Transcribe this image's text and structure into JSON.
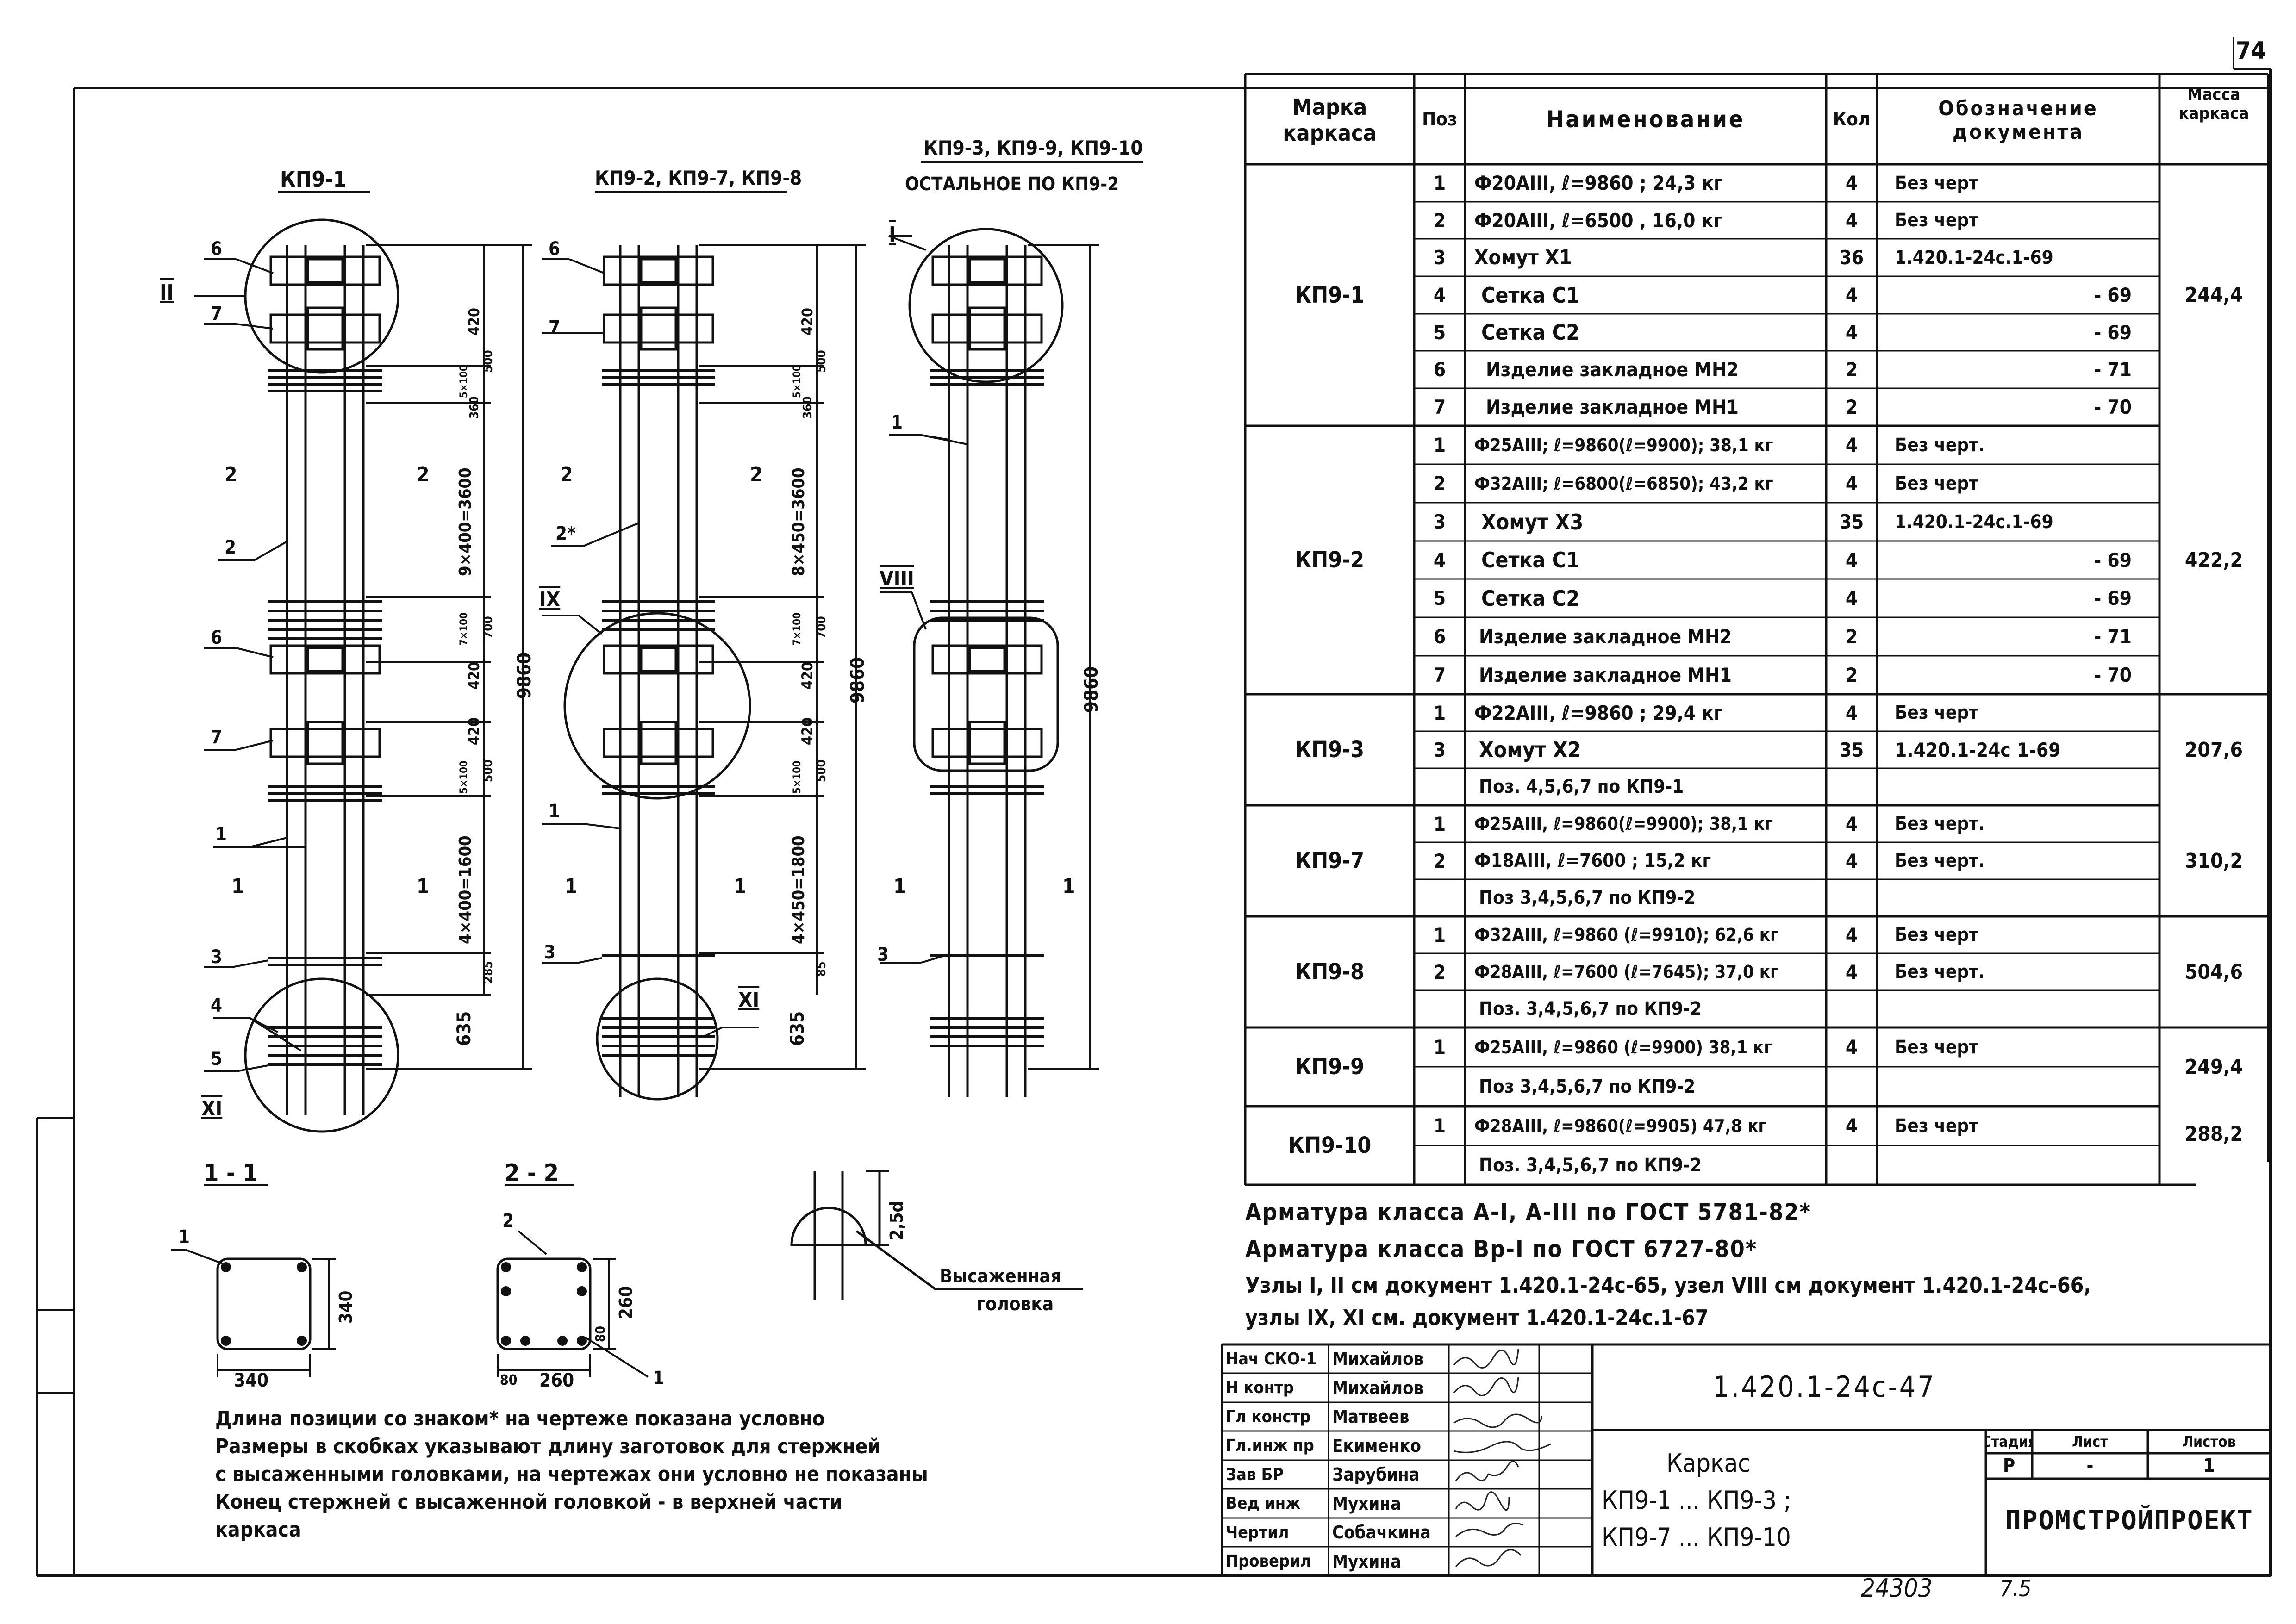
{
  "page_number": "74",
  "drawings": {
    "kp9_1_title": "КП9-1",
    "kp9_2_title": "КП9-2, КП9-7, КП9-8",
    "kp9_3_title": "КП9-3, КП9-9, КП9-10",
    "kp9_3_subtitle": "ОСТАЛЬНОЕ ПО КП9-2",
    "overall_height": "9860",
    "kp9_1_dims": [
      "420",
      "5×100",
      "500",
      "360",
      "9×400=3600",
      "7×100",
      "700",
      "420",
      "420",
      "5×100",
      "500",
      "4×400=1600",
      "285",
      "635"
    ],
    "kp9_2_dims": [
      "420",
      "5×100",
      "500",
      "360",
      "8×450=3600",
      "7×100",
      "700",
      "420",
      "420",
      "5×100",
      "500",
      "4×450=1800",
      "85",
      "635"
    ],
    "position_labels": [
      "6",
      "7",
      "2",
      "6",
      "7",
      "1",
      "3",
      "4",
      "5",
      "1",
      "2*",
      "3",
      "1",
      "3"
    ],
    "section_marks": [
      "2",
      "2",
      "1",
      "1"
    ],
    "node_marks": [
      "II",
      "XI",
      "IX",
      "XI",
      "I",
      "VIII"
    ]
  },
  "sections": {
    "s11_title": "1 - 1",
    "s11_dim_w": "340",
    "s11_dim_h": "340",
    "s11_pos": "1",
    "s22_title": "2 - 2",
    "s22_dim_w": "260",
    "s22_dim_a": "80",
    "s22_dim_h": "260",
    "s22_dim_b": "80",
    "s22_pos1": "2",
    "s22_pos2": "1",
    "head_dim": "2,5d",
    "head_label_1": "Высаженная",
    "head_label_2": "головка"
  },
  "notes": [
    "Длина позиции со знаком* на чертеже показана условно",
    "Размеры в скобках указывают длину заготовок для стержней",
    "с высаженными головками, на чертежах они условно не показаны",
    "Конец стержней с высаженной головкой - в верхней части",
    "каркаса"
  ],
  "spec_table": {
    "headers": {
      "mark": [
        "Марка",
        "каркаса"
      ],
      "pos": "Поз",
      "name": "Наименование",
      "qty": "Кол",
      "doc": [
        "Обозначение",
        "документа"
      ],
      "mass": [
        "Масса",
        "каркаса"
      ]
    },
    "groups": [
      {
        "mark": "КП9-1",
        "mass": "244,4",
        "rows": [
          {
            "pos": "1",
            "name": "Ф20АIII, ℓ=9860 ; 24,3 кг",
            "qty": "4",
            "doc": "Без черт",
            "align": "l"
          },
          {
            "pos": "2",
            "name": "Ф20АIII, ℓ=6500 , 16,0 кг",
            "qty": "4",
            "doc": "Без черт",
            "align": "l"
          },
          {
            "pos": "3",
            "name": "Хомут Х1",
            "qty": "36",
            "doc": "1.420.1-24с.1-69",
            "align": "l"
          },
          {
            "pos": "4",
            "name": "Сетка С1",
            "qty": "4",
            "doc": "- 69",
            "align": "r"
          },
          {
            "pos": "5",
            "name": "Сетка С2",
            "qty": "4",
            "doc": "- 69",
            "align": "r"
          },
          {
            "pos": "6",
            "name": "Изделие закладное МН2",
            "qty": "2",
            "doc": "- 71",
            "align": "r"
          },
          {
            "pos": "7",
            "name": "Изделие закладное МН1",
            "qty": "2",
            "doc": "- 70",
            "align": "r"
          }
        ]
      },
      {
        "mark": "КП9-2",
        "mass": "422,2",
        "rows": [
          {
            "pos": "1",
            "name": "Ф25АIII; ℓ=9860(ℓ=9900); 38,1 кг",
            "qty": "4",
            "doc": "Без черт.",
            "align": "l"
          },
          {
            "pos": "2",
            "name": "Ф32АIII; ℓ=6800(ℓ=6850); 43,2 кг",
            "qty": "4",
            "doc": "Без черт",
            "align": "l"
          },
          {
            "pos": "3",
            "name": "Хомут Х3",
            "qty": "35",
            "doc": "1.420.1-24с.1-69",
            "align": "l"
          },
          {
            "pos": "4",
            "name": "Сетка С1",
            "qty": "4",
            "doc": "- 69",
            "align": "r"
          },
          {
            "pos": "5",
            "name": "Сетка С2",
            "qty": "4",
            "doc": "- 69",
            "align": "r"
          },
          {
            "pos": "6",
            "name": "Изделие закладное МН2",
            "qty": "2",
            "doc": "- 71",
            "align": "r"
          },
          {
            "pos": "7",
            "name": "Изделие закладное МН1",
            "qty": "2",
            "doc": "- 70",
            "align": "r"
          }
        ]
      },
      {
        "mark": "КП9-3",
        "mass": "207,6",
        "rows": [
          {
            "pos": "1",
            "name": "Ф22АIII, ℓ=9860 ; 29,4 кг",
            "qty": "4",
            "doc": "Без черт",
            "align": "l"
          },
          {
            "pos": "3",
            "name": "Хомут Х2",
            "qty": "35",
            "doc": "1.420.1-24с 1-69",
            "align": "l"
          },
          {
            "pos": "",
            "name": "Поз. 4,5,6,7 по КП9-1",
            "qty": "",
            "doc": "",
            "align": "l"
          }
        ]
      },
      {
        "mark": "КП9-7",
        "mass": "310,2",
        "rows": [
          {
            "pos": "1",
            "name": "Ф25АIII, ℓ=9860(ℓ=9900); 38,1 кг",
            "qty": "4",
            "doc": "Без черт.",
            "align": "l"
          },
          {
            "pos": "2",
            "name": "Ф18АIII, ℓ=7600 ; 15,2 кг",
            "qty": "4",
            "doc": "Без черт.",
            "align": "l"
          },
          {
            "pos": "",
            "name": "Поз 3,4,5,6,7 по КП9-2",
            "qty": "",
            "doc": "",
            "align": "l"
          }
        ]
      },
      {
        "mark": "КП9-8",
        "mass": "504,6",
        "rows": [
          {
            "pos": "1",
            "name": "Ф32АIII, ℓ=9860 (ℓ=9910); 62,6 кг",
            "qty": "4",
            "doc": "Без черт",
            "align": "l"
          },
          {
            "pos": "2",
            "name": "Ф28АIII, ℓ=7600 (ℓ=7645); 37,0 кг",
            "qty": "4",
            "doc": "Без черт.",
            "align": "l"
          },
          {
            "pos": "",
            "name": "Поз. 3,4,5,6,7 по КП9-2",
            "qty": "",
            "doc": "",
            "align": "l"
          }
        ]
      },
      {
        "mark": "КП9-9",
        "mass": "249,4",
        "rows": [
          {
            "pos": "1",
            "name": "Ф25АIII, ℓ=9860 (ℓ=9900) 38,1 кг",
            "qty": "4",
            "doc": "Без черт",
            "align": "l"
          },
          {
            "pos": "",
            "name": "Поз 3,4,5,6,7 по КП9-2",
            "qty": "",
            "doc": "",
            "align": "l"
          }
        ]
      },
      {
        "mark": "КП9-10",
        "mass": "288,2",
        "rows": [
          {
            "pos": "1",
            "name": "Ф28АIII, ℓ=9860(ℓ=9905) 47,8 кг",
            "qty": "4",
            "doc": "Без черт",
            "align": "l"
          },
          {
            "pos": "",
            "name": "Поз. 3,4,5,6,7 по КП9-2",
            "qty": "",
            "doc": "",
            "align": "l"
          }
        ]
      }
    ]
  },
  "remarks": [
    "Арматура класса А-I, А-III по ГОСТ 5781-82*",
    "Арматура класса Вр-I по ГОСТ 6727-80*",
    "Узлы I, II см документ 1.420.1-24с-65, узел VIII см документ 1.420.1-24с-66,",
    "узлы IX, XI см. документ 1.420.1-24с.1-67"
  ],
  "title_block": {
    "roles": [
      "Нач СКО-1",
      "Н контр",
      "Гл констр",
      "Гл.инж пр",
      "Зав БР",
      "Вед инж",
      "Чертил",
      "Проверил"
    ],
    "names": [
      "Михайлов",
      "Михайлов",
      "Матвеев",
      "Екименко",
      "Зарубина",
      "Мухина",
      "Собачкина",
      "Мухина"
    ],
    "doc_code": "1.420.1-24с-47",
    "title_1": "Каркас",
    "title_2": "КП9-1 ... КП9-3 ;",
    "title_3": "КП9-7 ... КП9-10",
    "stage_label": "Стадия",
    "sheet_label": "Лист",
    "sheets_label": "Листов",
    "stage": "Р",
    "sheet": "-",
    "sheets": "1",
    "org": "ПРОМСТРОЙПРОЕКТ"
  },
  "footer": {
    "inv_number": "24303",
    "format": "7.5"
  }
}
